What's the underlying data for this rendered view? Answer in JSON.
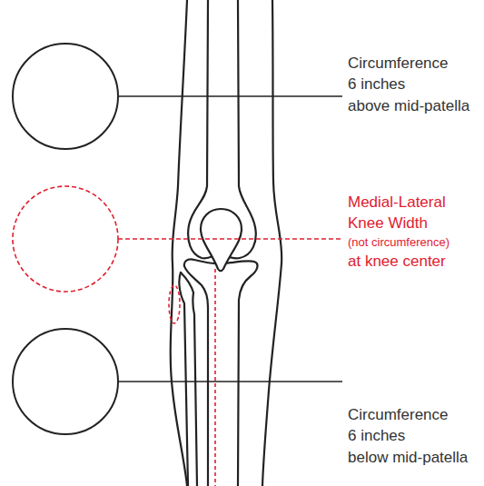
{
  "diagram": {
    "labels": [
      "Circumference",
      "6 inches",
      "above mid-patella",
      "Medial-Lateral",
      "Knee Width",
      "(not circumference)",
      "at knee center",
      "Circumference",
      "6 inches",
      "below mid-patella"
    ]
  }
}
